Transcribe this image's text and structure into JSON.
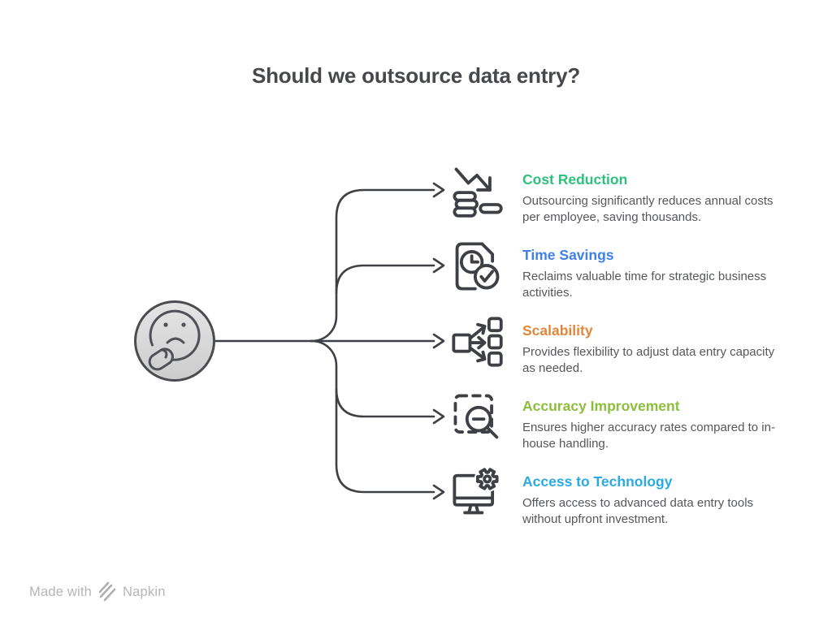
{
  "title": "Should we outsource data entry?",
  "center": {
    "icon": "thinking-face-icon"
  },
  "colors": {
    "connector": "#3F4045",
    "icon_stroke": "#3F4045",
    "title_text": "#47484C",
    "description_text": "#56575B",
    "center_circle_fill_top": "#E3E3E3",
    "center_circle_fill_bottom": "#CDCDCD",
    "watermark_text": "#B5B5B9"
  },
  "items": [
    {
      "title": "Cost Reduction",
      "color": "#2EC07C",
      "description": "Outsourcing significantly reduces annual costs per employee, saving thousands.",
      "icon": "coins-decline-arrow-icon"
    },
    {
      "title": "Time Savings",
      "color": "#4080E8",
      "description": "Reclaims valuable time for strategic business activities.",
      "icon": "document-clock-check-icon"
    },
    {
      "title": "Scalability",
      "color": "#E0873A",
      "description": "Provides flexibility to adjust data entry capacity as needed.",
      "icon": "distribute-nodes-icon"
    },
    {
      "title": "Accuracy Improvement",
      "color": "#8CBE3C",
      "description": "Ensures higher accuracy rates compared to in-house handling.",
      "icon": "inspect-magnifier-icon"
    },
    {
      "title": "Access to Technology",
      "color": "#2BAAE2",
      "description": "Offers access to advanced data entry tools without upfront investment.",
      "icon": "monitor-gear-icon"
    }
  ],
  "watermark": {
    "made_with": "Made with",
    "brand": "Napkin",
    "logo": "napkin-logo-icon"
  }
}
